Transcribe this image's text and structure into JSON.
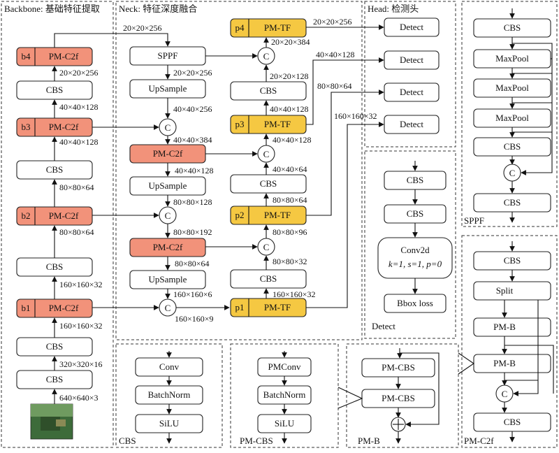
{
  "sections": {
    "backbone": "Backbone: 基础特征提取",
    "neck": "Neck: 特征深度融合",
    "head": "Head: 检测头",
    "detect": "Detect",
    "sppf": "SPPF",
    "pmc2f": "PM-C2f",
    "cbs": "CBS",
    "pmcbs": "PM-CBS",
    "pmb": "PM-B"
  },
  "blocks": {
    "cbs": "CBS",
    "pmc2f": "PM-C2f",
    "pmtf": "PM-TF",
    "sppf": "SPPF",
    "upsample": "UpSample",
    "concat": "C",
    "detect": "Detect",
    "maxpool": "MaxPool",
    "conv2d": "Conv2d",
    "conv2d_params": "k=1, s=1, p=0",
    "bbox_loss": "Bbox loss",
    "split": "Split",
    "pmb": "PM-B",
    "pmcbs": "PM-CBS",
    "conv": "Conv",
    "batchnorm": "BatchNorm",
    "silu": "SiLU",
    "pmconv": "PMConv"
  },
  "tags": {
    "b1": "b1",
    "b2": "b2",
    "b3": "b3",
    "b4": "b4",
    "p1": "p1",
    "p2": "p2",
    "p3": "p3",
    "p4": "p4"
  },
  "dims": {
    "d640": "640×640×3",
    "d320": "320×320×16",
    "d160": "160×160×32",
    "d80": "80×80×64",
    "d40": "40×40×128",
    "d20": "20×20×256",
    "d40_256": "40×40×256",
    "d40_384": "40×40×384",
    "d80_128": "80×80×128",
    "d80_192": "80×80×192",
    "d160_6": "160×160×6",
    "d160_9": "160×160×9",
    "d80_32": "80×80×32",
    "d80_96": "80×80×96",
    "d40_64": "40×40×64",
    "d20_128": "20×20×128",
    "d20_384": "20×20×384",
    "d160_32": "160×160×32"
  }
}
